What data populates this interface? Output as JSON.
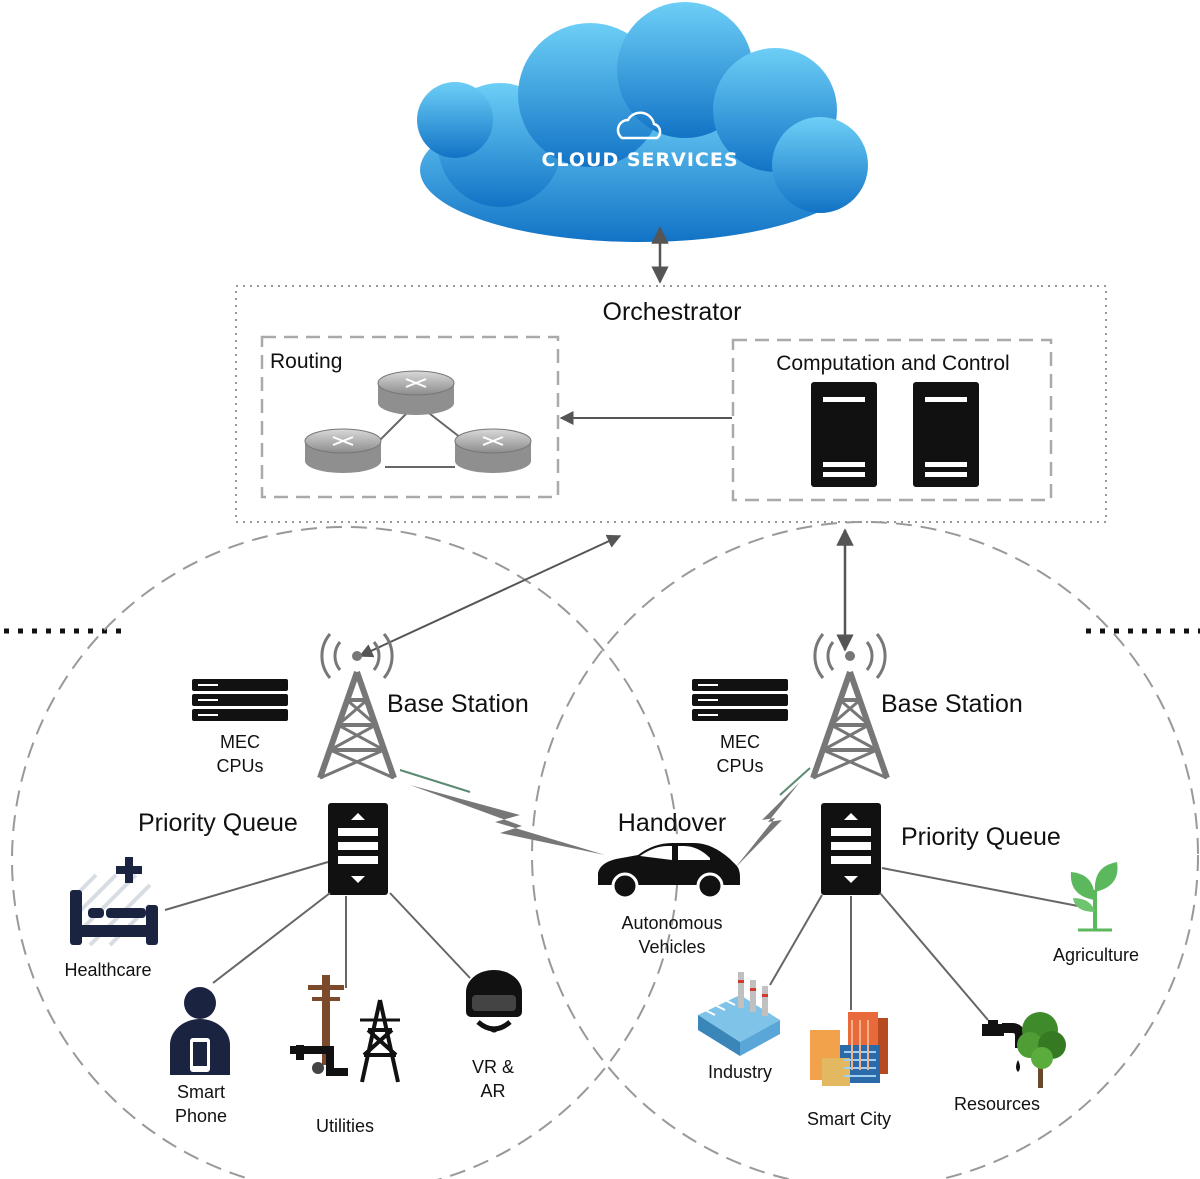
{
  "cloud": {
    "label": "CLOUD SERVICES"
  },
  "orchestrator": {
    "title": "Orchestrator",
    "routing_label": "Routing",
    "computation_label": "Computation and Control"
  },
  "cell_left": {
    "base_station": "Base Station",
    "mec_line1": "MEC",
    "mec_line2": "CPUs",
    "priority_queue": "Priority Queue",
    "devices": {
      "healthcare": "Healthcare",
      "smart_phone_line1": "Smart",
      "smart_phone_line2": "Phone",
      "utilities": "Utilities",
      "vr_line1": "VR &",
      "vr_line2": "AR"
    }
  },
  "cell_right": {
    "base_station": "Base Station",
    "mec_line1": "MEC",
    "mec_line2": "CPUs",
    "priority_queue": "Priority Queue",
    "devices": {
      "agriculture": "Agriculture",
      "industry": "Industry",
      "smart_city": "Smart City",
      "resources": "Resources"
    }
  },
  "handover": {
    "label": "Handover",
    "vehicle_line1": "Autonomous",
    "vehicle_line2": "Vehicles"
  },
  "colors": {
    "cloud_light": "#5fc4f2",
    "cloud_dark": "#1479c9",
    "link": "#555555",
    "dark_icon": "#111111",
    "navy_icon": "#1a2340"
  }
}
